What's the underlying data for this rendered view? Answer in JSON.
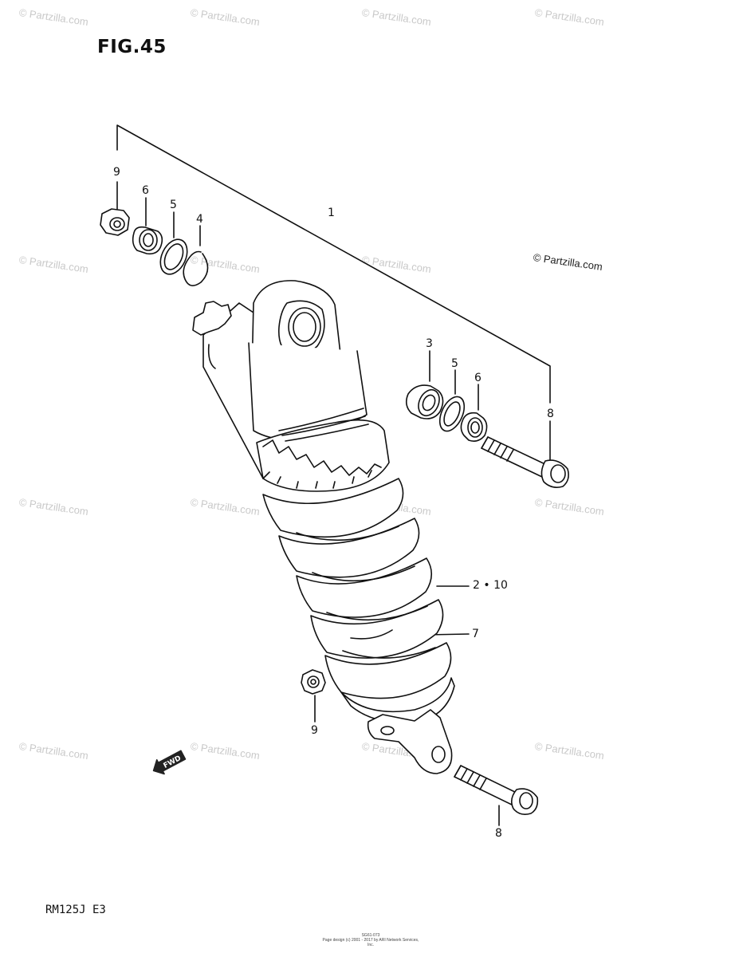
{
  "figure": {
    "title": "FIG.45"
  },
  "copyright": "© Partzilla.com",
  "watermark": "© Partzilla.com",
  "model": "RM125J E3",
  "footer": {
    "line1": "SG61-073",
    "line2": "Page design (c) 2001 - 2017 by ARI Network Services, Inc."
  },
  "direction_marker": "FWD",
  "callouts": {
    "c9_top": "9",
    "c6_top": "6",
    "c5_top": "5",
    "c4": "4",
    "c1": "1",
    "c3": "3",
    "c5_right": "5",
    "c6_right": "6",
    "c8_upper": "8",
    "c2_10": "2 • 10",
    "c7": "7",
    "c9_bottom": "9",
    "c8_lower": "8"
  }
}
